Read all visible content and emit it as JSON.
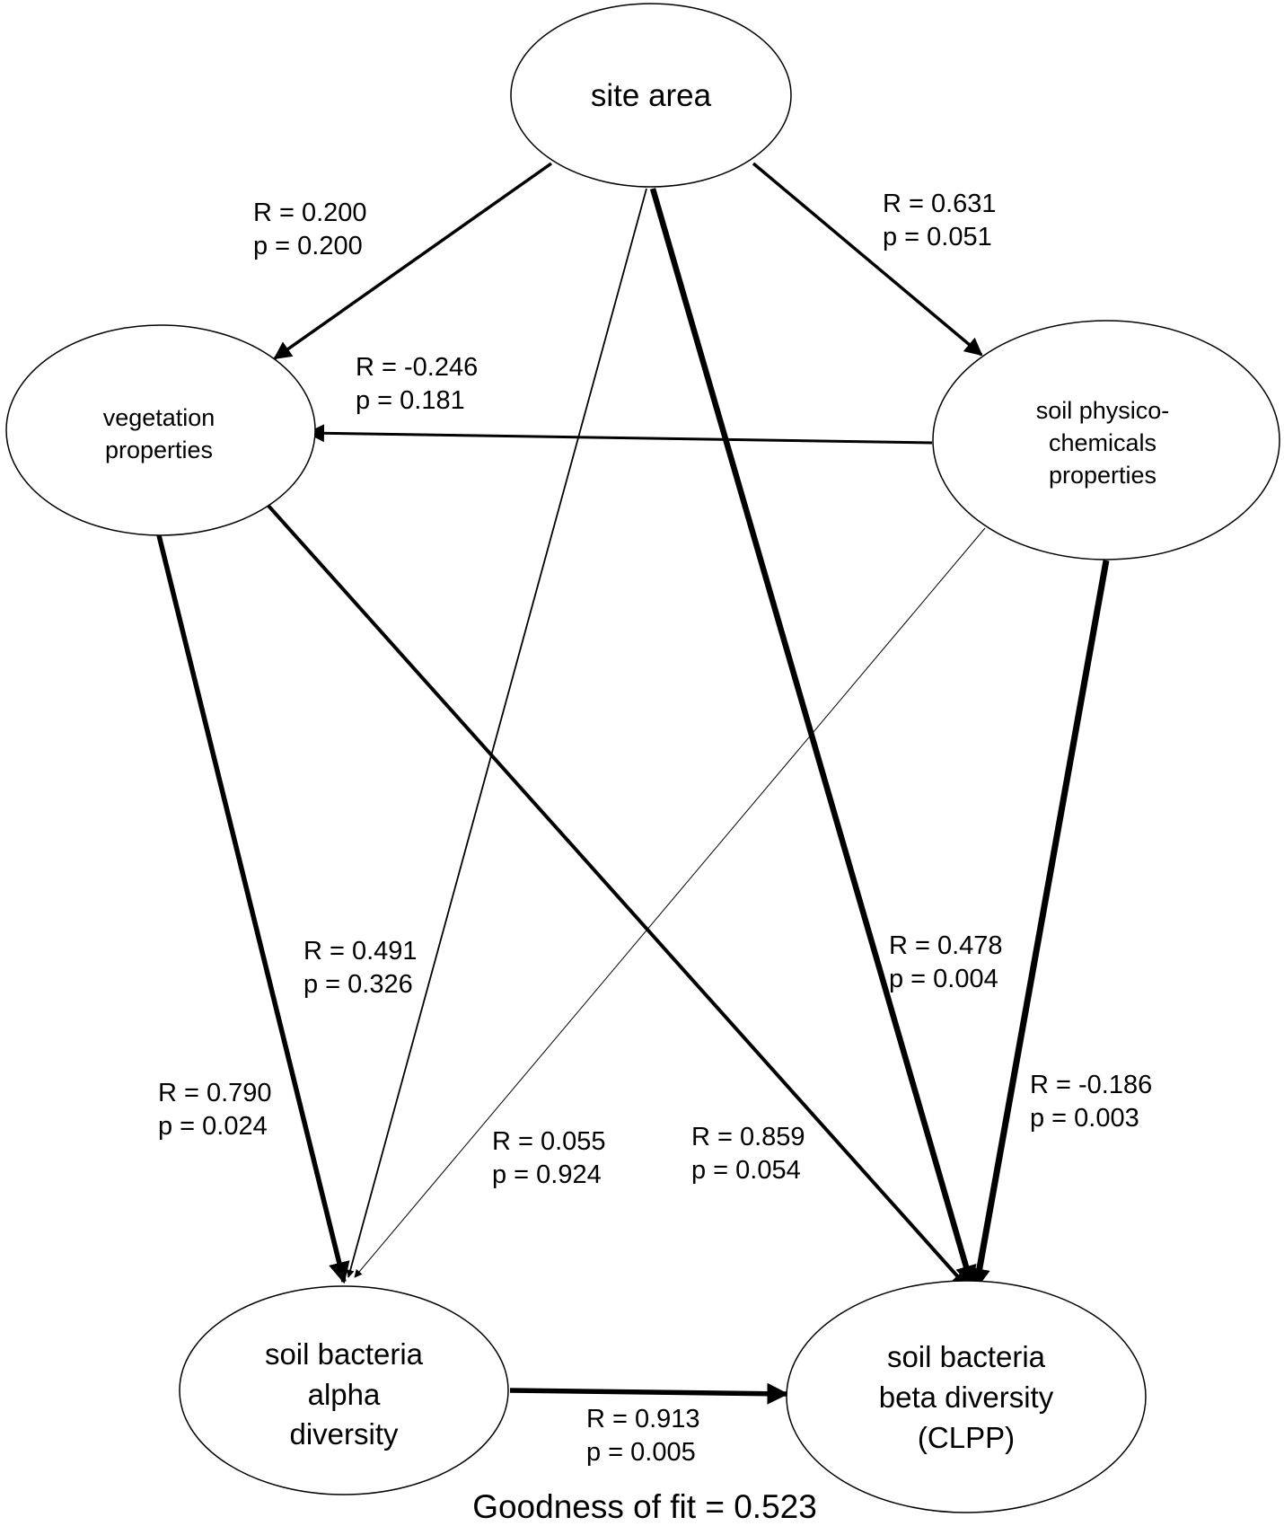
{
  "nodes": {
    "site_area": {
      "lines": [
        "site area"
      ]
    },
    "vegetation": {
      "lines": [
        "vegetation",
        "properties"
      ]
    },
    "soil_physico": {
      "lines": [
        "soil physico-",
        "chemicals",
        "properties"
      ]
    },
    "alpha": {
      "lines": [
        "soil bacteria",
        "alpha",
        "diversity"
      ]
    },
    "beta": {
      "lines": [
        "soil bacteria",
        "beta diversity",
        "(CLPP)"
      ]
    }
  },
  "edges": {
    "site_to_vegetation": {
      "r": "R = 0.200",
      "p": "p = 0.200"
    },
    "site_to_soil": {
      "r": "R = 0.631",
      "p": "p = 0.051"
    },
    "soil_to_vegetation": {
      "r": "R = -0.246",
      "p": "p = 0.181"
    },
    "site_to_alpha": {
      "r": "R = 0.491",
      "p": "p = 0.326"
    },
    "site_to_beta": {
      "r": "R = 0.478",
      "p": "p = 0.004"
    },
    "vegetation_to_alpha": {
      "r": "R = 0.790",
      "p": "p = 0.024"
    },
    "soil_to_alpha": {
      "r": "R = 0.055",
      "p": "p = 0.924"
    },
    "vegetation_to_beta": {
      "r": "R = 0.859",
      "p": "p = 0.054"
    },
    "soil_to_beta": {
      "r": "R = -0.186",
      "p": "p = 0.003"
    },
    "alpha_to_beta": {
      "r": "R = 0.913",
      "p": "p = 0.005"
    }
  },
  "goodness_of_fit": "Goodness of fit = 0.523"
}
